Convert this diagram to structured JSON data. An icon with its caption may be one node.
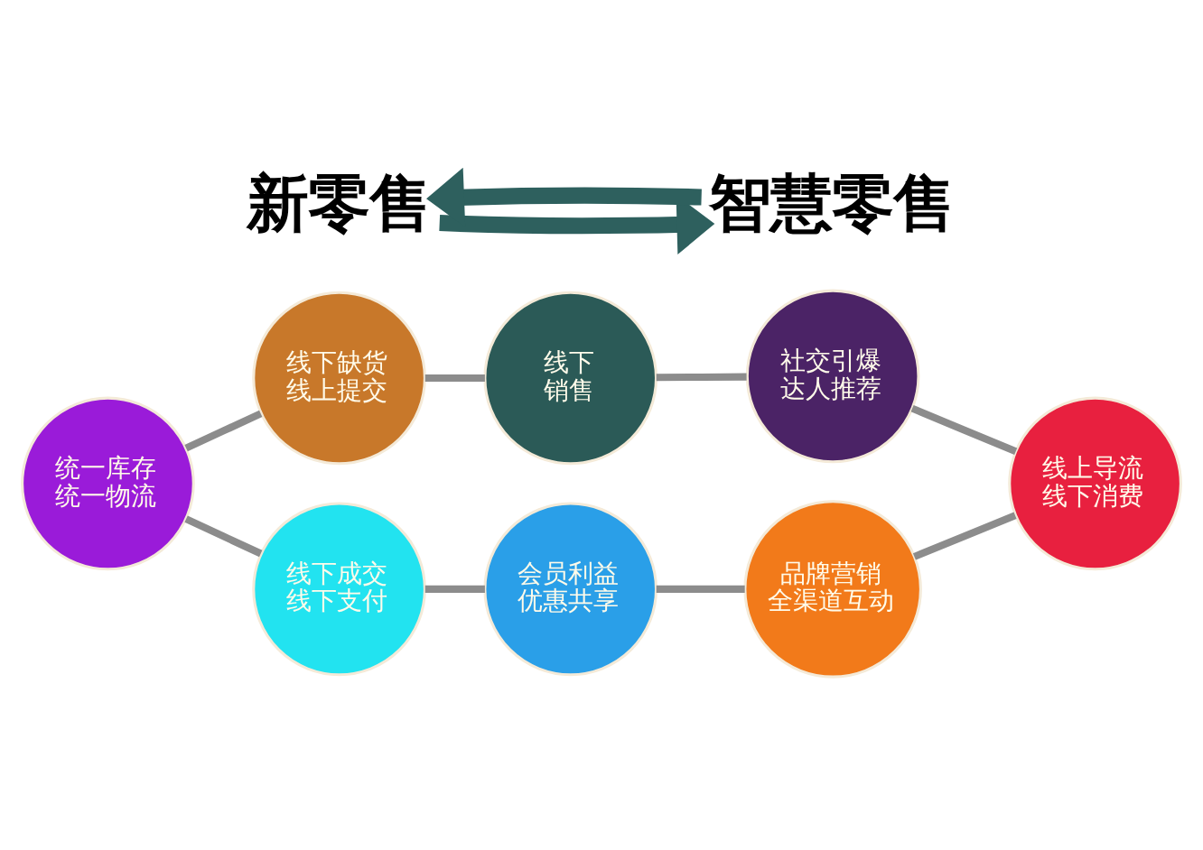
{
  "diagram": {
    "nodes": [
      {
        "text": [
          "线下销售"
        ]
      },
      {
        "text": [
          "线下缺货线上提交"
        ]
      },
      {
        "text": [
          "社交引爆达人推荐"
        ]
      },
      {
        "text": [
          "新零售"
        ]
      },
      {
        "text": [
          "统一库存统一物流"
        ]
      },
      {
        "text": [
          "线上导流线下消费"
        ]
      },
      {
        "text": [
          "智慧零售"
        ]
      },
      {
        "text": [
          "线下成交线下支付"
        ]
      },
      {
        "text": [
          "品牌营销全渠道互动"
        ]
      },
      {
        "text": [
          "会员利益优惠共享"
        ]
      }
    ],
    "edges": [
      {
        "from": 0,
        "to": 2,
        "arrow": "none"
      },
      {
        "from": 2,
        "to": 5,
        "arrow": "none"
      },
      {
        "from": 8,
        "to": 5,
        "arrow": "none"
      },
      {
        "from": 9,
        "to": 8,
        "arrow": "none"
      },
      {
        "from": 7,
        "to": 9,
        "arrow": "none"
      },
      {
        "from": 4,
        "to": 7,
        "arrow": "none"
      },
      {
        "from": 4,
        "to": 1,
        "arrow": "none"
      },
      {
        "from": 1,
        "to": 0,
        "arrow": "none"
      },
      {
        "from": 3,
        "to": 6,
        "arrow": "to",
        "style": "thick",
        "color": "#2e605e"
      },
      {
        "from": 6,
        "to": 3,
        "arrow": "to",
        "style": "thick",
        "color": "#2e605e"
      }
    ]
  }
}
